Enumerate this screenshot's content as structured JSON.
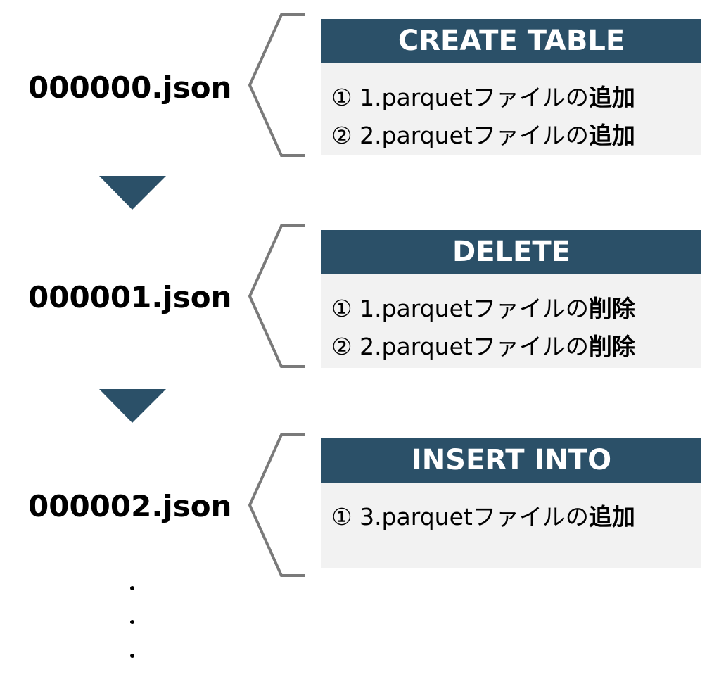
{
  "steps": [
    {
      "file": "000000.json",
      "operation": "CREATE TABLE",
      "lines": [
        {
          "text": "① 1.parquetファイルの",
          "action": "追加"
        },
        {
          "text": "② 2.parquetファイルの",
          "action": "追加"
        }
      ]
    },
    {
      "file": "000001.json",
      "operation": "DELETE",
      "lines": [
        {
          "text": "① 1.parquetファイルの",
          "action": "削除"
        },
        {
          "text": "② 2.parquetファイルの",
          "action": "削除"
        }
      ]
    },
    {
      "file": "000002.json",
      "operation": "INSERT INTO",
      "lines": [
        {
          "text": "① 3.parquetファイルの",
          "action": "追加"
        }
      ]
    }
  ],
  "colors": {
    "header_bg": "#2b5068",
    "box_bg": "#f2f2f2",
    "arrow": "#2b5068",
    "bracket": "#7a7a7a"
  }
}
